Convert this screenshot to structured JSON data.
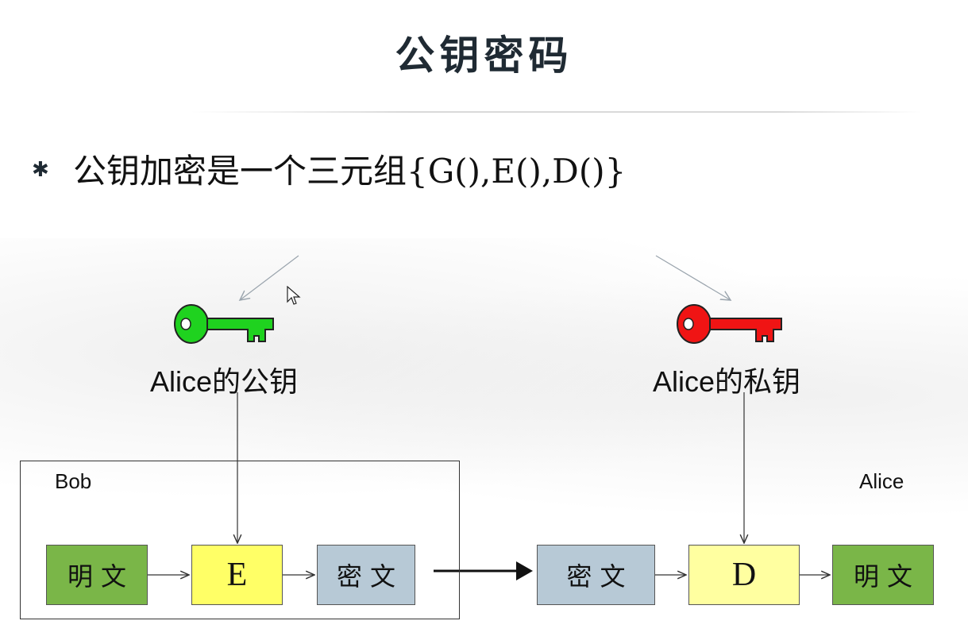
{
  "title": "公钥密码",
  "bullet": {
    "marker": "✱",
    "text": "公钥加密是一个三元组{G(),E(),D()}"
  },
  "keys": {
    "public": {
      "label": "Alice的公钥",
      "color": "#1fd21f",
      "icon": "key-icon"
    },
    "private": {
      "label": "Alice的私钥",
      "color": "#f01414",
      "icon": "key-icon"
    }
  },
  "bob": {
    "label": "Bob",
    "plaintext": "明文",
    "encrypt": "E",
    "ciphertext": "密文"
  },
  "alice": {
    "label": "Alice",
    "ciphertext": "密文",
    "decrypt": "D",
    "plaintext": "明文"
  },
  "colors": {
    "plaintext_box": "#7ab648",
    "encrypt_box": "#ffff66",
    "decrypt_box": "#ffffa0",
    "ciphertext_box": "#b7c9d6"
  }
}
